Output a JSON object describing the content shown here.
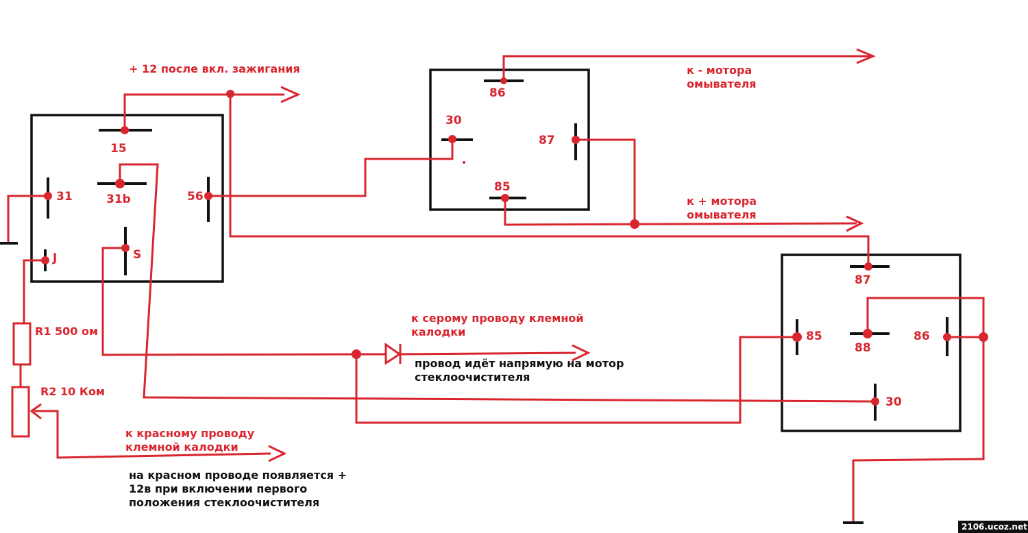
{
  "colors": {
    "wire": "#d9262e",
    "frame": "#111111",
    "background": "#ffffff"
  },
  "switch": {
    "pins": {
      "p15": "15",
      "p31": "31",
      "p31b": "31b",
      "p56": "56",
      "pJ": "J",
      "pS": "S"
    }
  },
  "relay1": {
    "pins": {
      "p86": "86",
      "p30": "30",
      "p87": "87",
      "p85": "85"
    }
  },
  "relay2": {
    "pins": {
      "p87": "87",
      "p85": "85",
      "p88": "88",
      "p86": "86",
      "p30": "30"
    }
  },
  "labels": {
    "ignition": "+ 12 после вкл. зажигания",
    "motor_minus_1": "к - мотора",
    "motor_minus_2": "омывателя",
    "motor_plus_1": "к + мотора",
    "motor_plus_2": "омывателя",
    "gray_wire_1": "к серому проводу клемной",
    "gray_wire_2": "калодки",
    "direct_1": "провод идёт напрямую на мотор",
    "direct_2": "стеклоочистителя",
    "r1": "R1 500 ом",
    "r2": "R2 10 Ком",
    "red_wire_1": "к красному проводу",
    "red_wire_2": "клемной калодки",
    "note_1": "на красном проводе появляется +",
    "note_2": "12в при включении первого",
    "note_3": "положения стеклоочистителя"
  },
  "watermark": "2106.ucoz.net"
}
